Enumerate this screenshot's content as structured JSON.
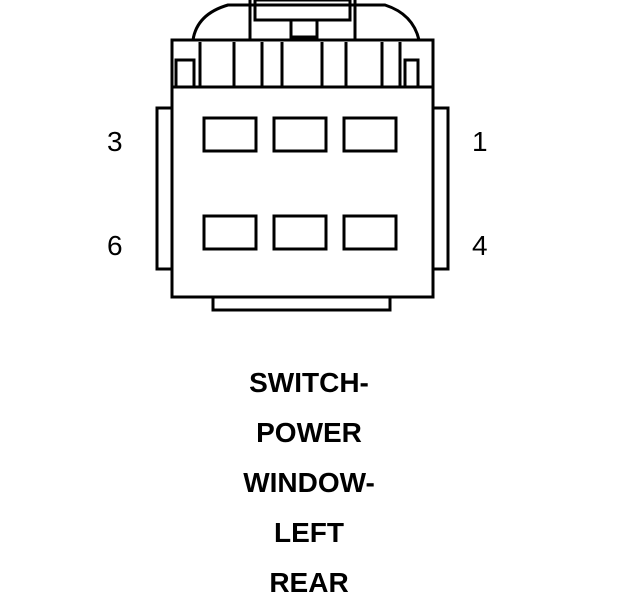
{
  "connector": {
    "pin_labels": {
      "top_left": "3",
      "bottom_left": "6",
      "top_right": "1",
      "bottom_right": "4"
    }
  },
  "caption": {
    "lines": [
      "SWITCH-",
      "POWER",
      "WINDOW-",
      "LEFT",
      "REAR"
    ]
  }
}
